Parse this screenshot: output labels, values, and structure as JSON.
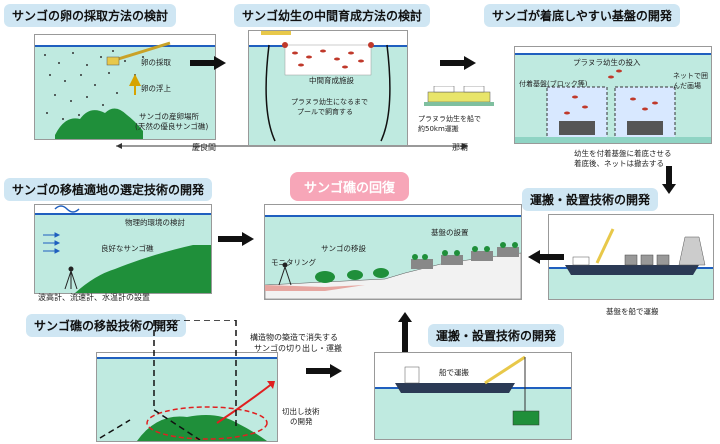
{
  "titles": {
    "egg_collection": "サンゴの卵の採取方法の検討",
    "larval_rearing": "サンゴ幼生の中間育成方法の検討",
    "substrate_dev": "サンゴが着底しやすい基盤の開発",
    "site_selection": "サンゴの移植適地の選定技術の開発",
    "center": "サンゴ礁の回復",
    "transport_right": "運搬・設置技術の開発",
    "relocation": "サンゴ礁の移設技術の開発",
    "transport_bottom": "運搬・設置技術の開発"
  },
  "egg_panel": {
    "egg_collect": "卵の採取",
    "egg_float": "卵の浮上",
    "spawning_site": "サンゴの産卵場所",
    "spawning_site_sub": "(天然の優良サンゴ礁)",
    "keramajima": "慶良間"
  },
  "larval_panel": {
    "facility": "中間育成施設",
    "pool_line1": "プラヌラ幼生になるまで",
    "pool_line2": "プールで飼育する",
    "boat_line1": "プラヌラ幼生を船で",
    "boat_line2": "約50km運搬",
    "naha": "那覇"
  },
  "substrate_panel": {
    "release": "プラヌラ幼生の投入",
    "substrate_block": "付着基盤(ブロック等)",
    "net_line1": "ネットで囲",
    "net_line2": "んだ画場",
    "note_line1": "幼生を付着基盤に着底させる",
    "note_line2": "着底後、ネットは撤去する"
  },
  "site_panel": {
    "physical_env": "物理的環境の検討",
    "good_coral": "良好なサンゴ礁",
    "instruments": "波高計、流速計、水温計の設置"
  },
  "center_panel": {
    "monitoring": "モニタリング",
    "coral_relocation": "サンゴの移設",
    "substrate_install": "基盤の設置"
  },
  "transport_right_panel": {
    "caption": "基盤を船で運搬"
  },
  "relocation_panel": {
    "cut_line1": "構造物の築造で消失する",
    "cut_line2": "サンゴの切り出し・運搬",
    "cut_tech_line1": "切出し技術",
    "cut_tech_line2": "の開発"
  },
  "transport_bottom_panel": {
    "ship": "船で運搬"
  }
}
